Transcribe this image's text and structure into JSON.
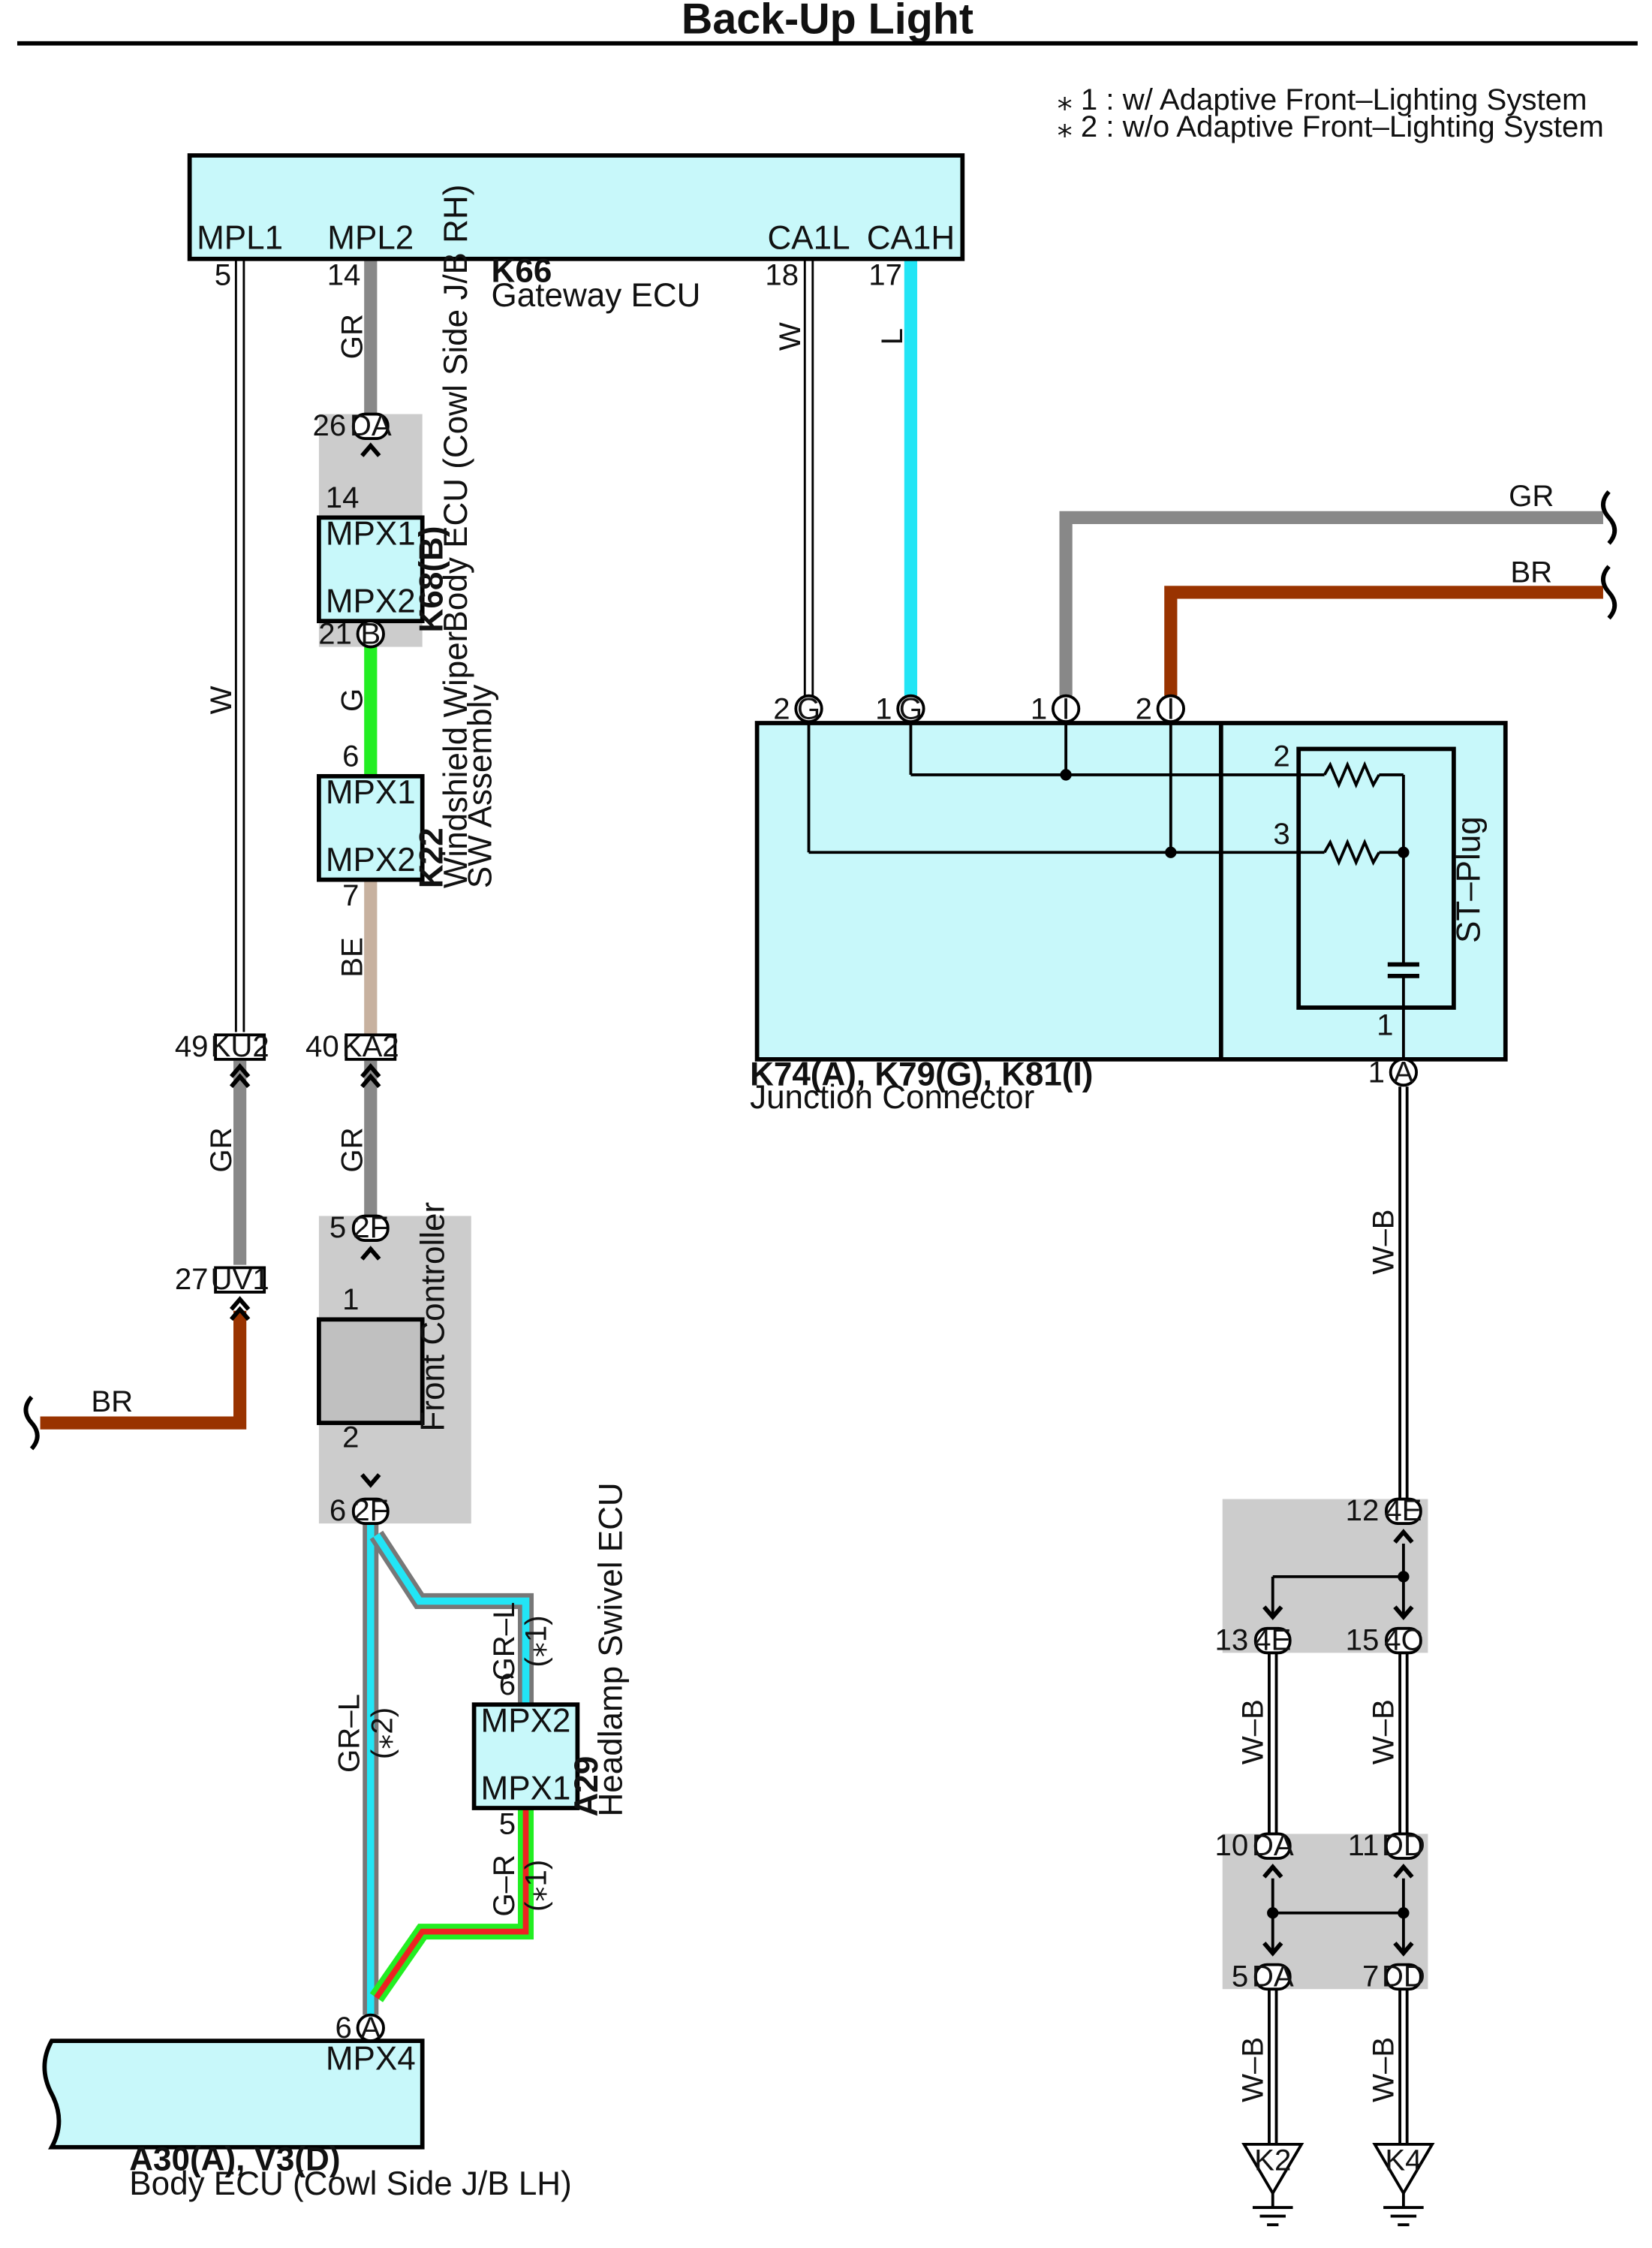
{
  "title": "Back-Up Light",
  "notes": [
    "⁎ 1 : w/ Adaptive Front–Lighting System",
    "⁎ 2 : w/o Adaptive Front–Lighting System"
  ],
  "colors": {
    "ecu_fill": "#c8f8fa",
    "jb_fill": "#cccccc",
    "wire_gray": "#888888",
    "wire_cyan": "#22e5f5",
    "wire_green": "#22ee22",
    "wire_brown": "#993300",
    "wire_beige": "#c7b19f",
    "wire_red": "#ee2222"
  },
  "k66": {
    "code": "K66",
    "name": "Gateway ECU",
    "pins": [
      "MPL1",
      "MPL2",
      "CA1L",
      "CA1H"
    ],
    "pin_numbers": [
      "5",
      "14",
      "18",
      "17"
    ]
  },
  "k68": {
    "code": "K68(B)",
    "name": "Body ECU (Cowl Side J/B RH)",
    "top": "MPX1",
    "bottom": "MPX2",
    "pin_top": "14",
    "pin_bottom": "21",
    "conn_top": "DA",
    "conn_top_pin": "26",
    "conn_bottom": "B"
  },
  "k22": {
    "code": "K22",
    "name1": "Windshield Wiper",
    "name2": "SW Assembly",
    "top": "MPX1",
    "bottom": "MPX2",
    "pin_top": "6",
    "pin_bottom": "7"
  },
  "front_controller": {
    "name": "Front Controller",
    "pin_top": "1",
    "pin_bottom": "2",
    "conn": "2F",
    "conn_top_pin": "5",
    "conn_bottom_pin": "6"
  },
  "a29": {
    "code": "A29",
    "name": "Headlamp Swivel ECU",
    "top": "MPX2",
    "bottom": "MPX1",
    "pin_top": "6",
    "pin_bottom": "5"
  },
  "a30": {
    "code": "A30(A), V3(D)",
    "name": "Body ECU (Cowl Side J/B LH)",
    "pin": "MPX4",
    "pin_number": "6",
    "conn": "A"
  },
  "junction": {
    "code": "K74(A), K79(G), K81(I)",
    "name": "Junction Connector",
    "st_plug": "ST–Plug",
    "top_pins": [
      "2",
      "1",
      "1",
      "2"
    ],
    "top_conns": [
      "G",
      "G",
      "I",
      "I"
    ],
    "res_pins": [
      "2",
      "3"
    ],
    "cap_pin": "1",
    "out_pin": "1",
    "out_conn": "A"
  },
  "connectors": {
    "ku2": "KU2",
    "ku2_pin": "49",
    "ka2": "KA2",
    "ka2_pin": "40",
    "uv1": "UV1",
    "uv1_pin": "27"
  },
  "wires": {
    "w": "W",
    "gr": "GR",
    "l": "L",
    "g": "G",
    "be": "BE",
    "br": "BR",
    "grl": "GR–L",
    "gr_l": "GR–L",
    "g_r": "G–R",
    "wb": "W–B",
    "n1": "(⁎1)",
    "n2": "(⁎2)"
  },
  "right_jb": {
    "conn_4e": "4E",
    "pin_12": "12",
    "pin_13": "13",
    "pin_15": "15",
    "conn_4c": "4C",
    "conn_da": "DA",
    "conn_dd": "DD",
    "pin_10": "10",
    "pin_11": "11",
    "pin_5": "5",
    "pin_7": "7"
  },
  "grounds": [
    "K2",
    "K4"
  ]
}
